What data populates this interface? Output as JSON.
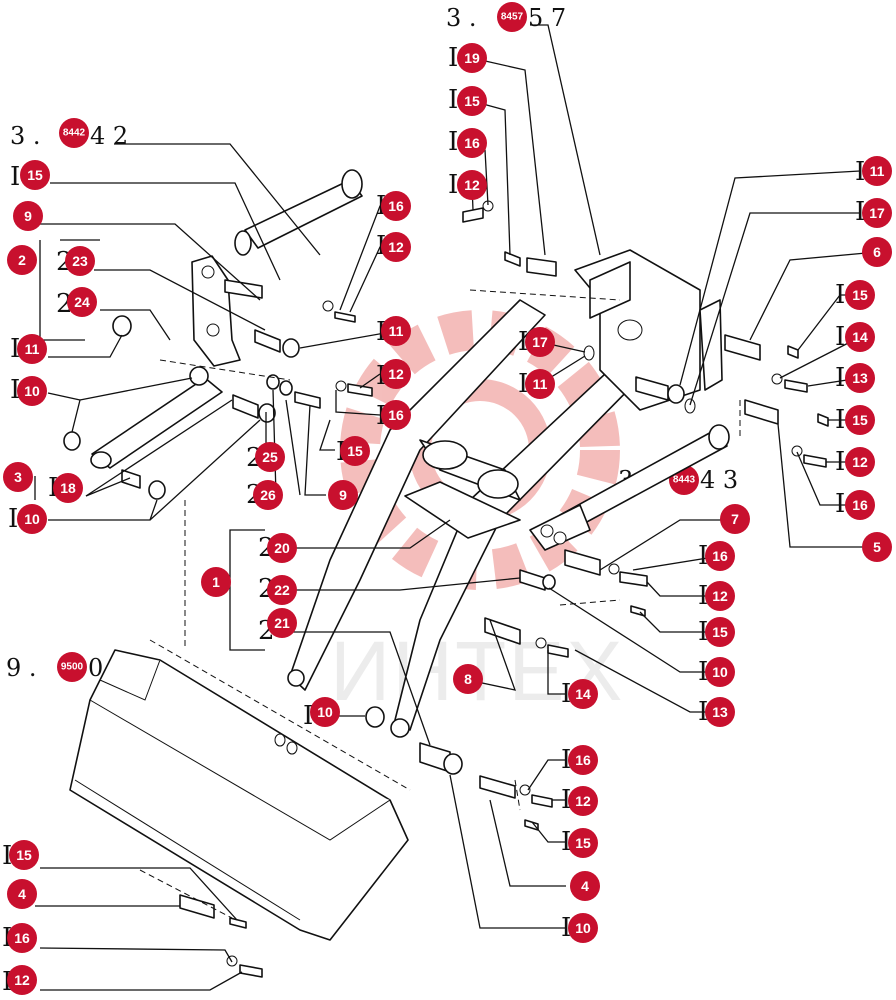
{
  "watermark": {
    "text": "ИНТЕХ",
    "accent": "#e0443e"
  },
  "refs": [
    {
      "id": "ref-3-8442",
      "pre": "3 .",
      "badge": "8442",
      "post": "4 2"
    },
    {
      "id": "ref-3-8457",
      "pre": "3 .",
      "badge": "8457",
      "post": "5 7"
    },
    {
      "id": "ref-3-8443",
      "pre": "3 .",
      "badge": "8443",
      "post": "4 3"
    },
    {
      "id": "ref-9-9500",
      "pre": "9 .",
      "badge": "9500",
      "post": "0"
    }
  ],
  "callouts": [
    "15",
    "9",
    "23",
    "2",
    "24",
    "11",
    "10",
    "3",
    "18",
    "10",
    "16",
    "12",
    "11",
    "12",
    "16",
    "25",
    "15",
    "26",
    "9",
    "19",
    "15",
    "16",
    "12",
    "17",
    "11",
    "11",
    "17",
    "6",
    "15",
    "14",
    "13",
    "15",
    "12",
    "16",
    "5",
    "7",
    "16",
    "12",
    "15",
    "20",
    "22",
    "1",
    "21",
    "10",
    "13",
    "8",
    "14",
    "10",
    "16",
    "12",
    "15",
    "4",
    "10",
    "15",
    "4",
    "16",
    "12"
  ],
  "colors": {
    "callout": "#c8102e",
    "line": "#111111"
  }
}
